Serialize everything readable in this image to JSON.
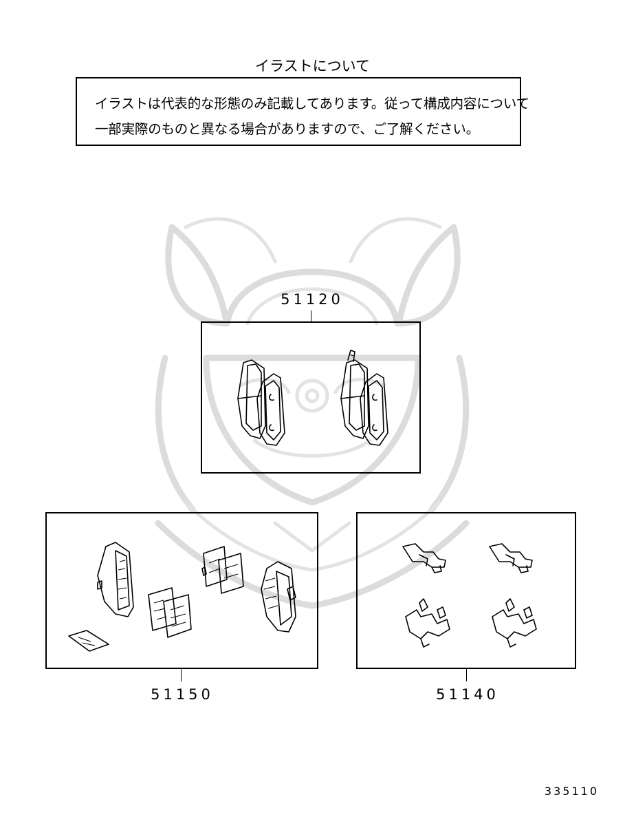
{
  "notice": {
    "title": "イラストについて",
    "line1": "イラストは代表的な形態のみ記載してあります。従って構成内容について",
    "line2": "一部実際のものと異なる場合がありますので、ご了解ください。"
  },
  "parts": [
    {
      "number": "51120"
    },
    {
      "number": "51150"
    },
    {
      "number": "51140"
    }
  ],
  "footer": {
    "code": "335110"
  },
  "watermark": {
    "icon": "samurai-helmet-watermark-icon"
  }
}
